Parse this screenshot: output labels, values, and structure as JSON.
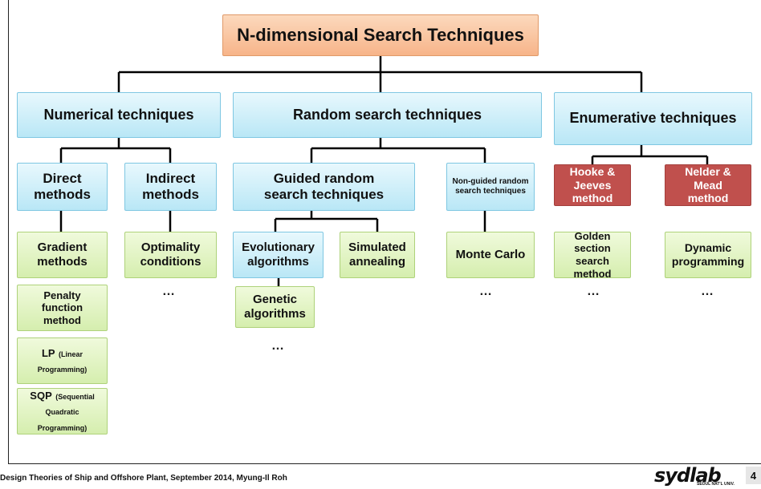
{
  "root": "N-dimensional Search Techniques",
  "level1": {
    "numerical": "Numerical techniques",
    "random": "Random search techniques",
    "enumerative": "Enumerative techniques"
  },
  "level2": {
    "direct": "Direct methods",
    "indirect": "Indirect methods",
    "guided": "Guided random search techniques",
    "nonguided": "Non-guided random search techniques",
    "hooke": "Hooke & Jeeves method",
    "nelder": "Nelder & Mead method"
  },
  "level3": {
    "gradient": "Gradient methods",
    "penalty": "Penalty function method",
    "lp_main": "LP",
    "lp_sub": "(Linear Programming)",
    "sqp_main": "SQP",
    "sqp_sub": "(Sequential Quadratic Programming)",
    "optimality": "Optimality conditions",
    "evolutionary": "Evolutionary algorithms",
    "annealing": "Simulated annealing",
    "genetic": "Genetic algorithms",
    "montecarlo": "Monte Carlo",
    "golden": "Golden section search method",
    "dynamic": "Dynamic programming"
  },
  "ellipsis": "…",
  "footer": "Design Theories of Ship and Offshore Plant, September 2014, Myung-Il Roh",
  "logo": "sydlab",
  "logo_sub": "SEOUL NAT'L UNIV.",
  "page_number": "4",
  "colors": {
    "root_fill": "#f7b489",
    "blue_fill": "#b9e7f6",
    "green_fill": "#d5eeae",
    "red_fill": "#c0504d"
  }
}
